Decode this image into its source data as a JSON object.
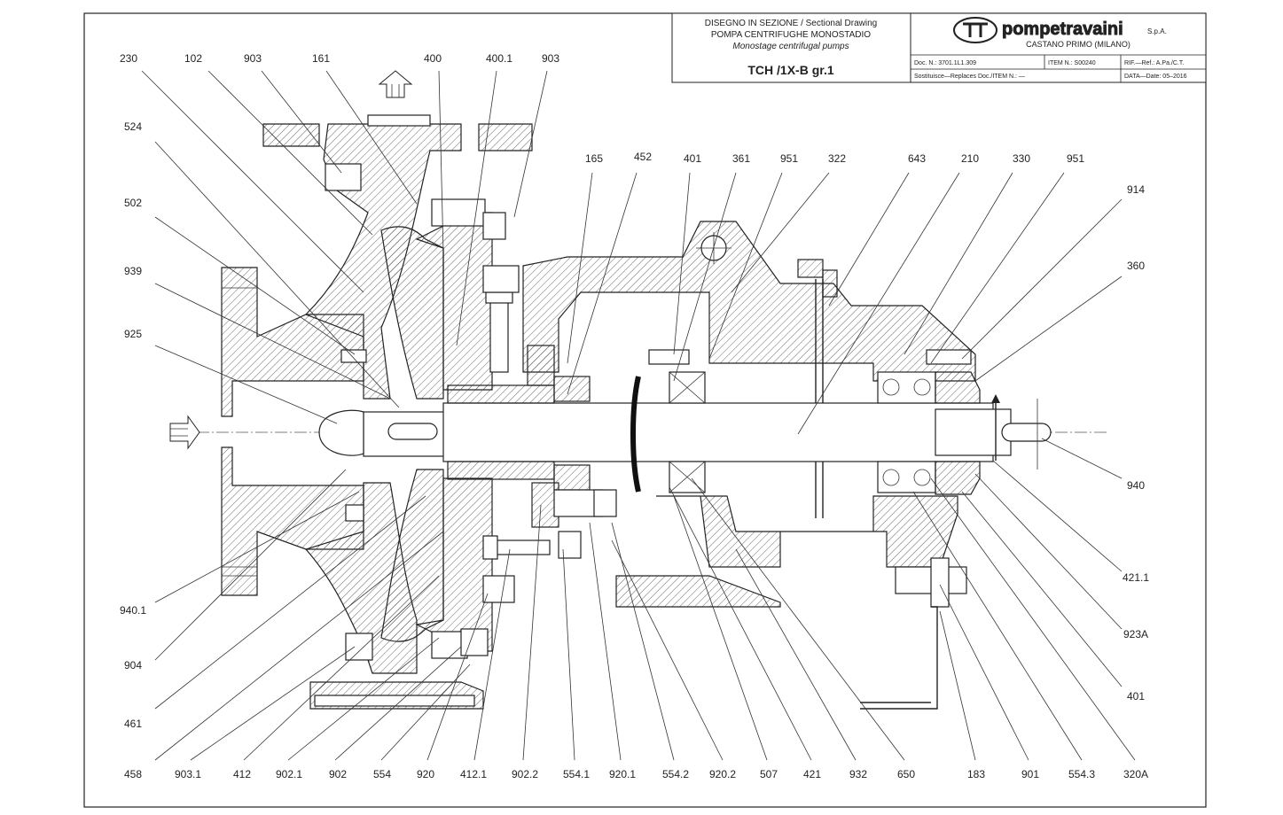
{
  "title_block": {
    "line1": "DISEGNO IN SEZIONE / Sectional Drawing",
    "line2": "POMPA CENTRIFUGHE MONOSTADIO",
    "line3": "Monostage centrifugal pumps",
    "model": "TCH /1X-B gr.1",
    "company": "pompetravaini",
    "company_suffix": "S.p.A.",
    "location": "CASTANO PRIMO (MILANO)",
    "doc": "Doc. N.: 3701.1L1.309",
    "item": "ITEM N.: S00240",
    "ref": "RIF.—Ref.: A.Pa./C.T.",
    "replaces": "Sostituisce—Replaces Doc./ITEM N.: —",
    "date": "DATA—Date: 05–2016"
  },
  "labels_left": [
    "230",
    "102",
    "903",
    "161",
    "524",
    "502",
    "939",
    "925",
    "940.1",
    "904",
    "461",
    "458"
  ],
  "labels_top": [
    "400",
    "400.1",
    "903",
    "165",
    "452",
    "401",
    "361",
    "951",
    "322",
    "643",
    "210",
    "330",
    "951"
  ],
  "labels_right": [
    "914",
    "360",
    "940",
    "421.1",
    "923A",
    "401"
  ],
  "labels_bottom": [
    "903.1",
    "412",
    "902.1",
    "902",
    "554",
    "920",
    "412.1",
    "902.2",
    "554.1",
    "920.1",
    "554.2",
    "920.2",
    "507",
    "421",
    "932",
    "650",
    "183",
    "901",
    "554.3",
    "320A"
  ]
}
